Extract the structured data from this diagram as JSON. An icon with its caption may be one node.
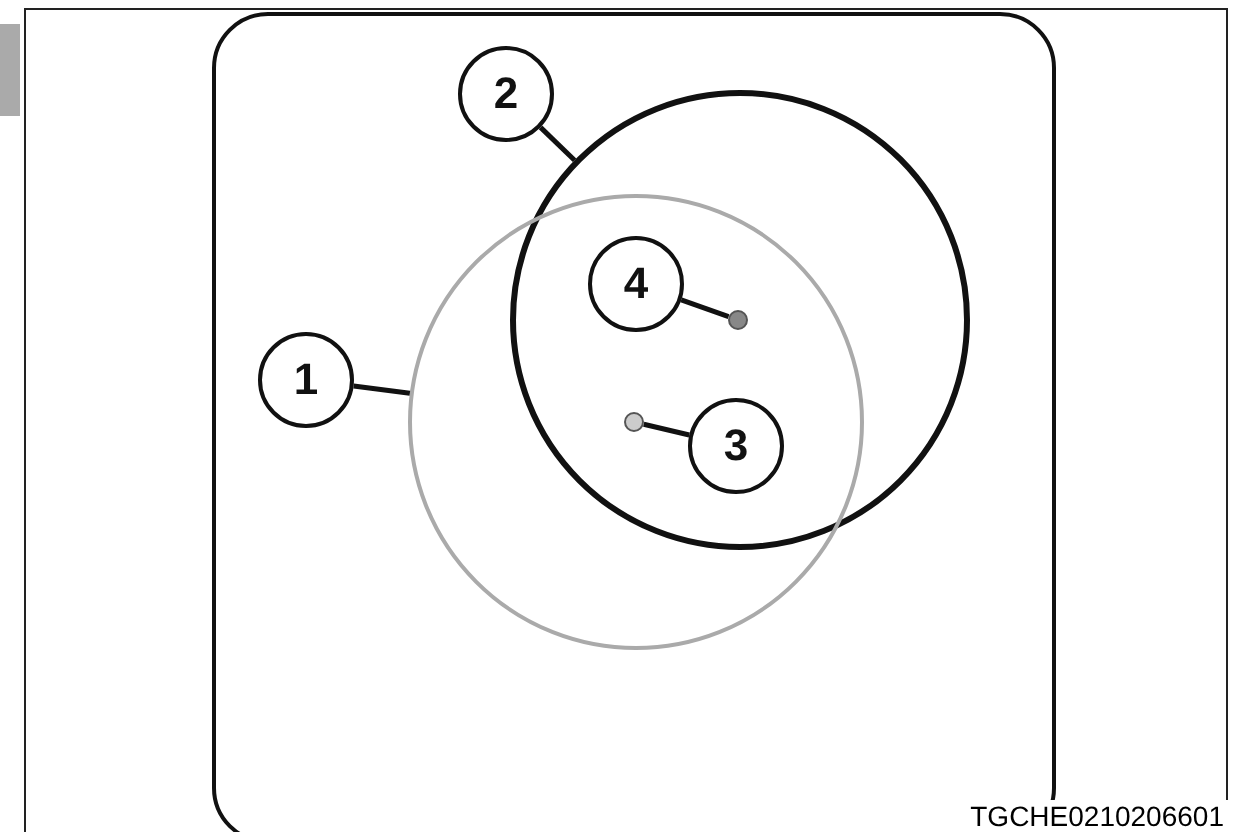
{
  "diagram": {
    "nodes": [
      {
        "text": [
          "2"
        ]
      },
      {
        "text": [],
        "shape": "circle"
      },
      {
        "text": [
          "1"
        ]
      },
      {
        "text": [],
        "shape": "circle"
      },
      {
        "text": [
          "4"
        ]
      },
      {
        "text": [],
        "shape": "circle"
      },
      {
        "text": [],
        "shape": "circle"
      },
      {
        "text": [
          "3"
        ]
      }
    ],
    "edges": [
      {
        "from": 0,
        "to": 1,
        "arrow": "none"
      },
      {
        "from": 2,
        "to": 3,
        "arrow": "none"
      },
      {
        "from": 4,
        "to": 5,
        "arrow": "none"
      },
      {
        "from": 7,
        "to": 6,
        "arrow": "none"
      }
    ],
    "labels": [
      "TGCHE0210206601"
    ]
  }
}
